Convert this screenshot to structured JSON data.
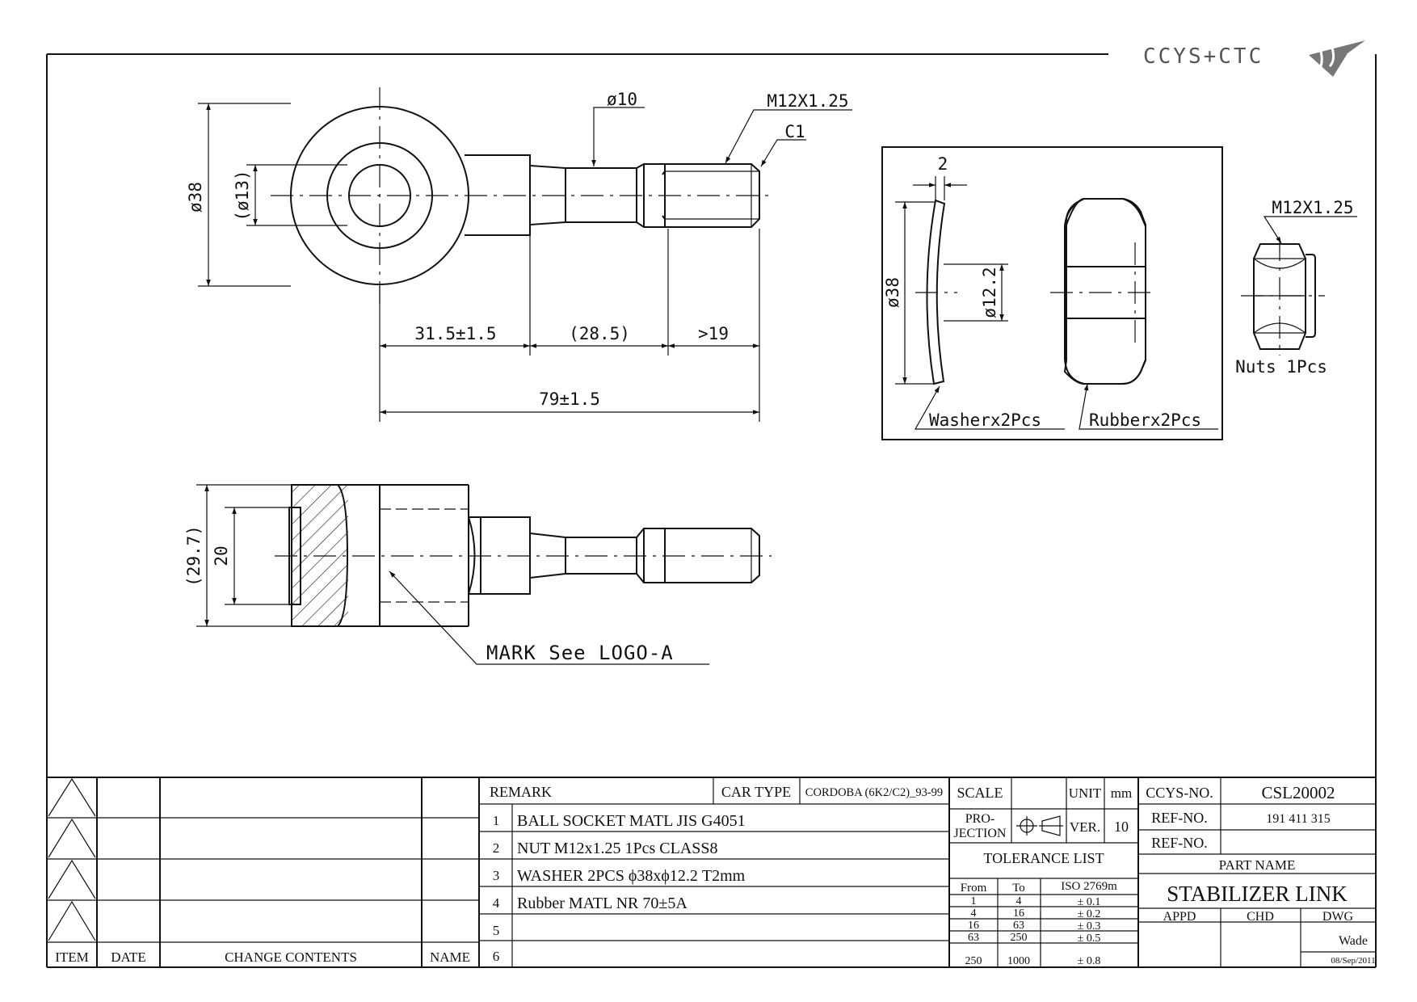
{
  "logo": {
    "text": "CCYS+CTC"
  },
  "dimensions": {
    "d10": "ø10",
    "thread_top": "M12X1.25",
    "chamfer": "C1",
    "d38_left": "ø38",
    "d13": "(ø13)",
    "len_a": "31.5±1.5",
    "len_b": "(28.5)",
    "len_c": ">19",
    "len_total": "79±1.5",
    "h297": "(29.7)",
    "h20": "20",
    "mark_note": "MARK See LOGO-A",
    "washer_thk": "2",
    "washer_d38": "ø38",
    "washer_d122": "ø12.2",
    "washer_label": "Washerx2Pcs",
    "rubber_label": "Rubberx2Pcs",
    "nut_thread": "M12X1.25",
    "nut_label": "Nuts 1Pcs"
  },
  "revisions": {
    "headers": {
      "item": "ITEM",
      "date": "DATE",
      "change": "CHANGE CONTENTS",
      "name": "NAME"
    }
  },
  "remarks": {
    "header": "REMARK",
    "car_type_label": "CAR TYPE",
    "car_type": "CORDOBA (6K2/C2)_93-99",
    "rows": [
      {
        "no": "1",
        "text": "BALL SOCKET MATL JIS G4051"
      },
      {
        "no": "2",
        "text": "NUT M12x1.25 1Pcs CLASS8"
      },
      {
        "no": "3",
        "text": "WASHER 2PCS ϕ38xϕ12.2 T2mm"
      },
      {
        "no": "4",
        "text": "Rubber MATL NR 70±5A"
      },
      {
        "no": "5",
        "text": ""
      },
      {
        "no": "6",
        "text": ""
      }
    ]
  },
  "specs": {
    "scale_label": "SCALE",
    "scale": "",
    "unit_label": "UNIT",
    "unit": "mm",
    "projection_label_1": "PRO-",
    "projection_label_2": "JECTION",
    "ver_label": "VER.",
    "ver": "10",
    "tolerance_title": "TOLERANCE LIST",
    "tol_headers": {
      "from": "From",
      "to": "To",
      "iso": "ISO 2769m"
    },
    "tolerances": [
      {
        "from": "1",
        "to": "4",
        "tol": "± 0.1"
      },
      {
        "from": "4",
        "to": "16",
        "tol": "± 0.2"
      },
      {
        "from": "16",
        "to": "63",
        "tol": "± 0.3"
      },
      {
        "from": "63",
        "to": "250",
        "tol": "± 0.5"
      },
      {
        "from": "250",
        "to": "1000",
        "tol": "± 0.8"
      }
    ]
  },
  "title_block": {
    "ccys_label": "CCYS-NO.",
    "ccys_no": "CSL20002",
    "ref_label_1": "REF-NO.",
    "ref_no_1": "191 411 315",
    "ref_label_2": "REF-NO.",
    "ref_no_2": "",
    "part_name_label": "PART NAME",
    "part_name": "STABILIZER LINK",
    "appd_label": "APPD",
    "chd_label": "CHD",
    "dwg_label": "DWG",
    "drawn_by": "Wade",
    "date": "08/Sep/2011"
  }
}
